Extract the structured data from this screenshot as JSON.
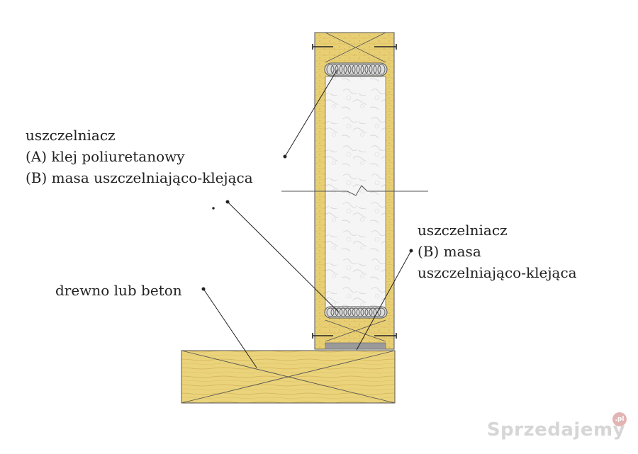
{
  "labels": {
    "left": {
      "line1": "uszczelniacz",
      "line2": "(A) klej poliuretanowy",
      "line3": "(B) masa uszczelniająco-klejąca"
    },
    "right": {
      "line1": "uszczelniacz",
      "line2": "(B) masa",
      "line3": "uszczelniająco-klejąca"
    },
    "base": "drewno lub beton"
  },
  "watermark": {
    "text": "Sprzedajemy",
    "badge": ".pl"
  },
  "colors": {
    "wood": "#e8cf74",
    "wood_grain": "#c9a84a",
    "insulation": "#f4f4f4",
    "outline": "#333333",
    "seal": "#8a8a8a"
  }
}
